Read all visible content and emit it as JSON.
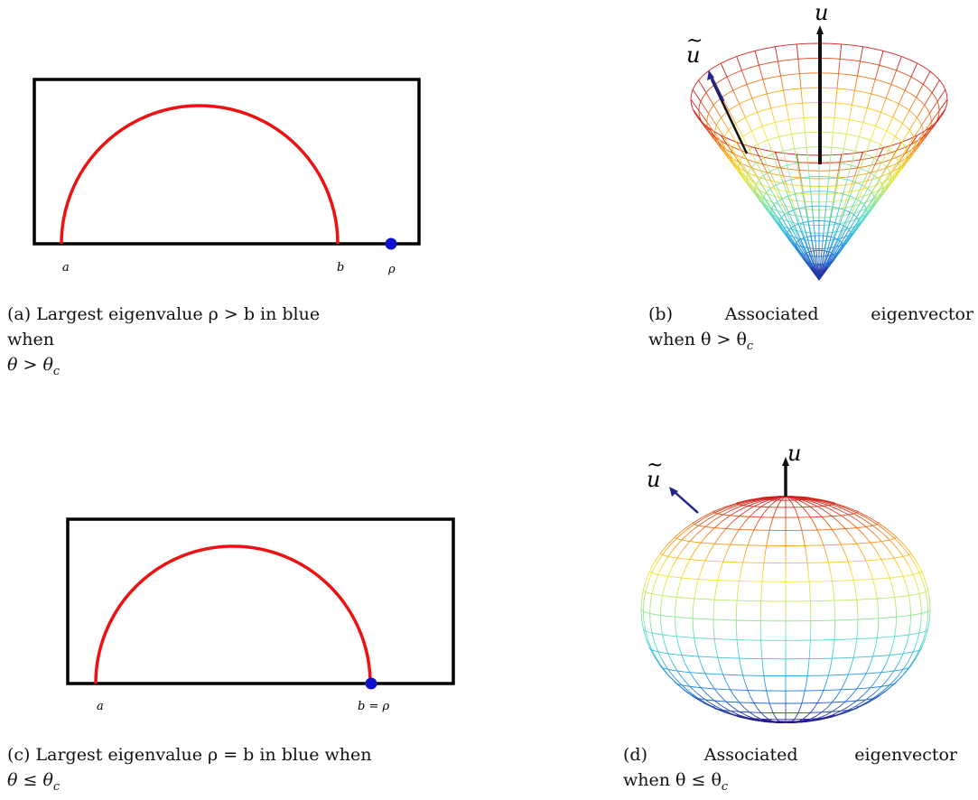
{
  "figures": [
    {
      "id": "a",
      "labels": {
        "left": "a",
        "right": "b",
        "extra": "ρ"
      },
      "caption": {
        "tag": "(a)",
        "text": "Largest eigenvalue ρ > b in blue when θ > θ_c",
        "line1": "(a) Largest eigenvalue ρ > b in blue when",
        "line2": "θ > θ",
        "line2_sub": "c"
      },
      "colors": {
        "arc": "#ee1111",
        "dot": "#1111cc",
        "frame": "#000000"
      }
    },
    {
      "id": "b",
      "labels": {
        "vec_u": "u",
        "vec_utilde": "u",
        "tilde": "~"
      },
      "caption": {
        "tag": "(b)",
        "line1_a": "(b)",
        "line1_b": "Associated",
        "line1_c": "eigenvector",
        "line2": "when θ > θ",
        "line2_sub": "c"
      },
      "surface": "cone"
    },
    {
      "id": "c",
      "labels": {
        "left": "a",
        "right": "b = ρ"
      },
      "caption": {
        "tag": "(c)",
        "text": "Largest eigenvalue ρ = b in blue when θ ≤ θ_c",
        "line1": "(c) Largest eigenvalue ρ = b in blue when",
        "line2": "θ ≤ θ",
        "line2_sub": "c"
      },
      "colors": {
        "arc": "#ee1111",
        "dot": "#1111cc",
        "frame": "#000000"
      }
    },
    {
      "id": "d",
      "labels": {
        "vec_u": "u",
        "vec_utilde": "u",
        "tilde": "~"
      },
      "caption": {
        "tag": "(d)",
        "line1_a": "(d)",
        "line1_b": "Associated",
        "line1_c": "eigenvector",
        "line2": "when θ ≤ θ",
        "line2_sub": "c"
      },
      "surface": "ellipsoid"
    }
  ]
}
